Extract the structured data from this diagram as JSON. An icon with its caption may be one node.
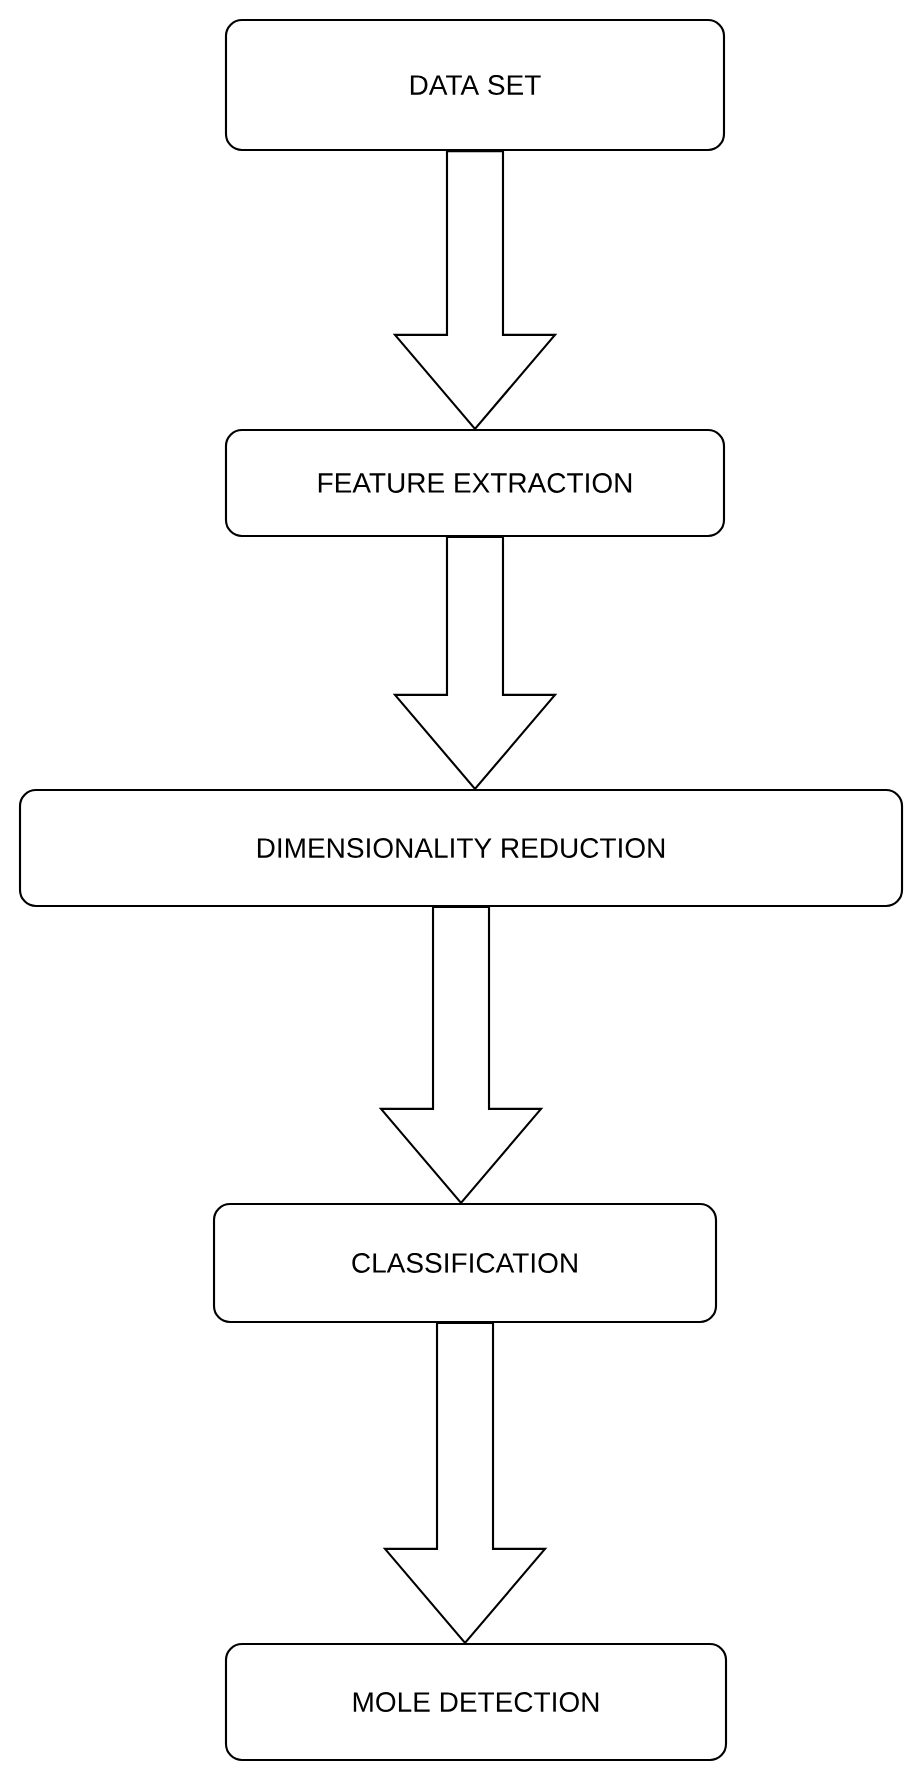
{
  "diagram": {
    "nodes": [
      {
        "text": [
          "DATA SET"
        ]
      },
      {
        "text": [
          "FEATURE EXTRACTION"
        ]
      },
      {
        "text": [
          "DIMENSIONALITY REDUCTION"
        ]
      },
      {
        "text": [
          "CLASSIFICATION"
        ]
      },
      {
        "text": [
          "MOLE DETECTION"
        ]
      }
    ],
    "edges": [
      {
        "from": 0,
        "to": 1,
        "arrow": "to"
      },
      {
        "from": 1,
        "to": 2,
        "arrow": "to"
      },
      {
        "from": 2,
        "to": 3,
        "arrow": "to"
      },
      {
        "from": 3,
        "to": 4,
        "arrow": "to"
      }
    ]
  }
}
